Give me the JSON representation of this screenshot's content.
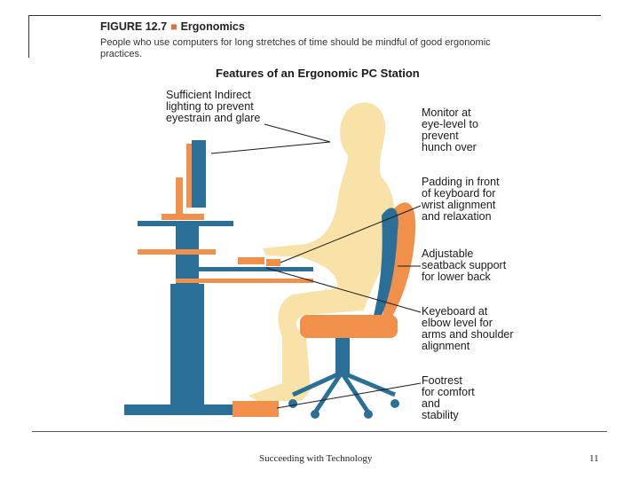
{
  "figure": {
    "number": "FIGURE 12.7",
    "name": "Ergonomics",
    "description": "People who use computers for long stretches of time should be mindful of good ergonomic practices."
  },
  "diagram": {
    "title": "Features of an Ergonomic PC Station",
    "labels": {
      "lighting": [
        "Sufficient Indirect",
        "lighting to prevent",
        "eyestrain and glare"
      ],
      "monitor": [
        "Monitor at",
        "eye-level to",
        "prevent",
        "hunch over"
      ],
      "padding": [
        "Padding in front",
        "of keyboard for",
        "wrist alignment",
        "and relaxation"
      ],
      "seatback": [
        "Adjustable",
        "seatback support",
        "for lower back"
      ],
      "keyboard": [
        "Keyeboard at",
        "elbow level for",
        "arms and shoulder",
        "alignment"
      ],
      "footrest": [
        "Footrest",
        "for comfort",
        "and",
        "stability"
      ]
    },
    "colors": {
      "accent": "#f0904a",
      "blue": "#2a6f97",
      "skin": "#f8e2a8"
    }
  },
  "footer": {
    "text": "Succeeding with Technology",
    "page": "11"
  }
}
